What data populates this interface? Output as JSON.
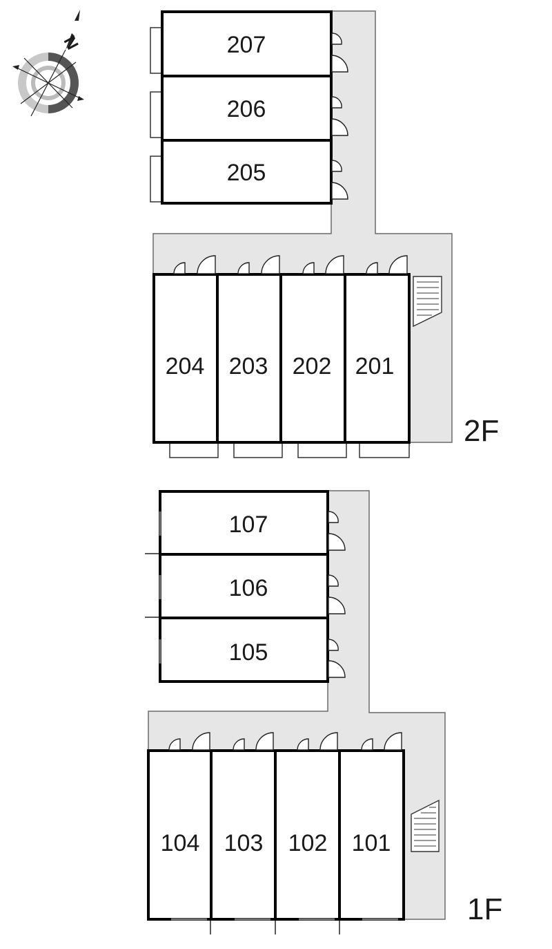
{
  "compass": {
    "north_label": "N",
    "icon": "compass-rose-icon"
  },
  "floors": [
    {
      "id": "2F",
      "label": "2F",
      "rooms": [
        "207",
        "206",
        "205",
        "204",
        "203",
        "202",
        "201"
      ]
    },
    {
      "id": "1F",
      "label": "1F",
      "rooms": [
        "107",
        "106",
        "105",
        "104",
        "103",
        "102",
        "101"
      ]
    }
  ],
  "colors": {
    "corridor": "#e6e6e6",
    "wall": "#000000",
    "background": "#ffffff"
  }
}
